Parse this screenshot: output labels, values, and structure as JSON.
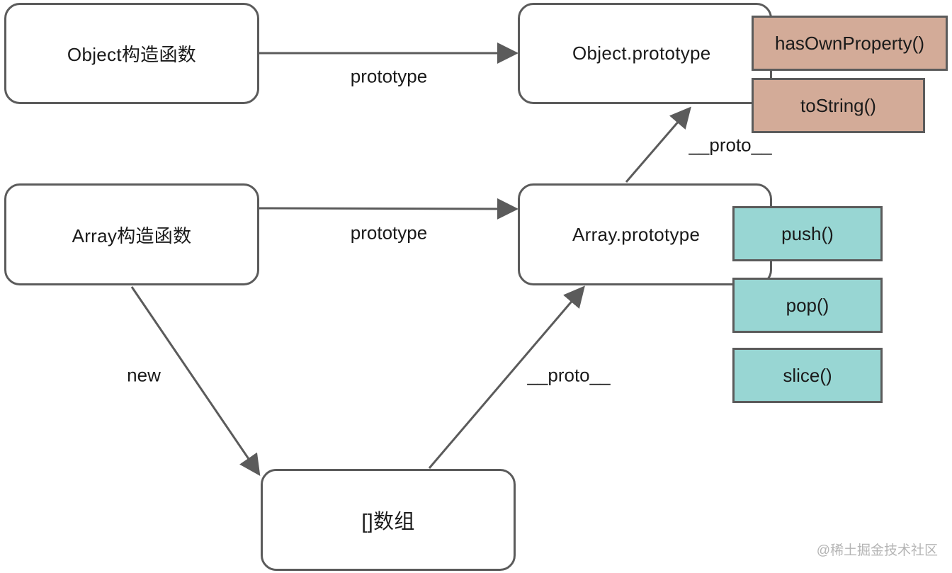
{
  "nodes": {
    "object_ctor": "Object构造函数",
    "object_proto": "Object.prototype",
    "array_ctor": "Array构造函数",
    "array_proto": "Array.prototype",
    "array_instance": "[]数组"
  },
  "methods": {
    "object": [
      "hasOwnProperty()",
      "toString()"
    ],
    "array": [
      "push()",
      "pop()",
      "slice()"
    ]
  },
  "edges": {
    "object_prototype": "prototype",
    "array_prototype": "prototype",
    "array_proto_link": "__proto__",
    "instance_proto_link": "__proto__",
    "new_link": "new"
  },
  "colors": {
    "object_methods": "#d3ab98",
    "array_methods": "#98d6d3",
    "stroke": "#5b5b5b"
  },
  "watermark": "@稀土掘金技术社区"
}
